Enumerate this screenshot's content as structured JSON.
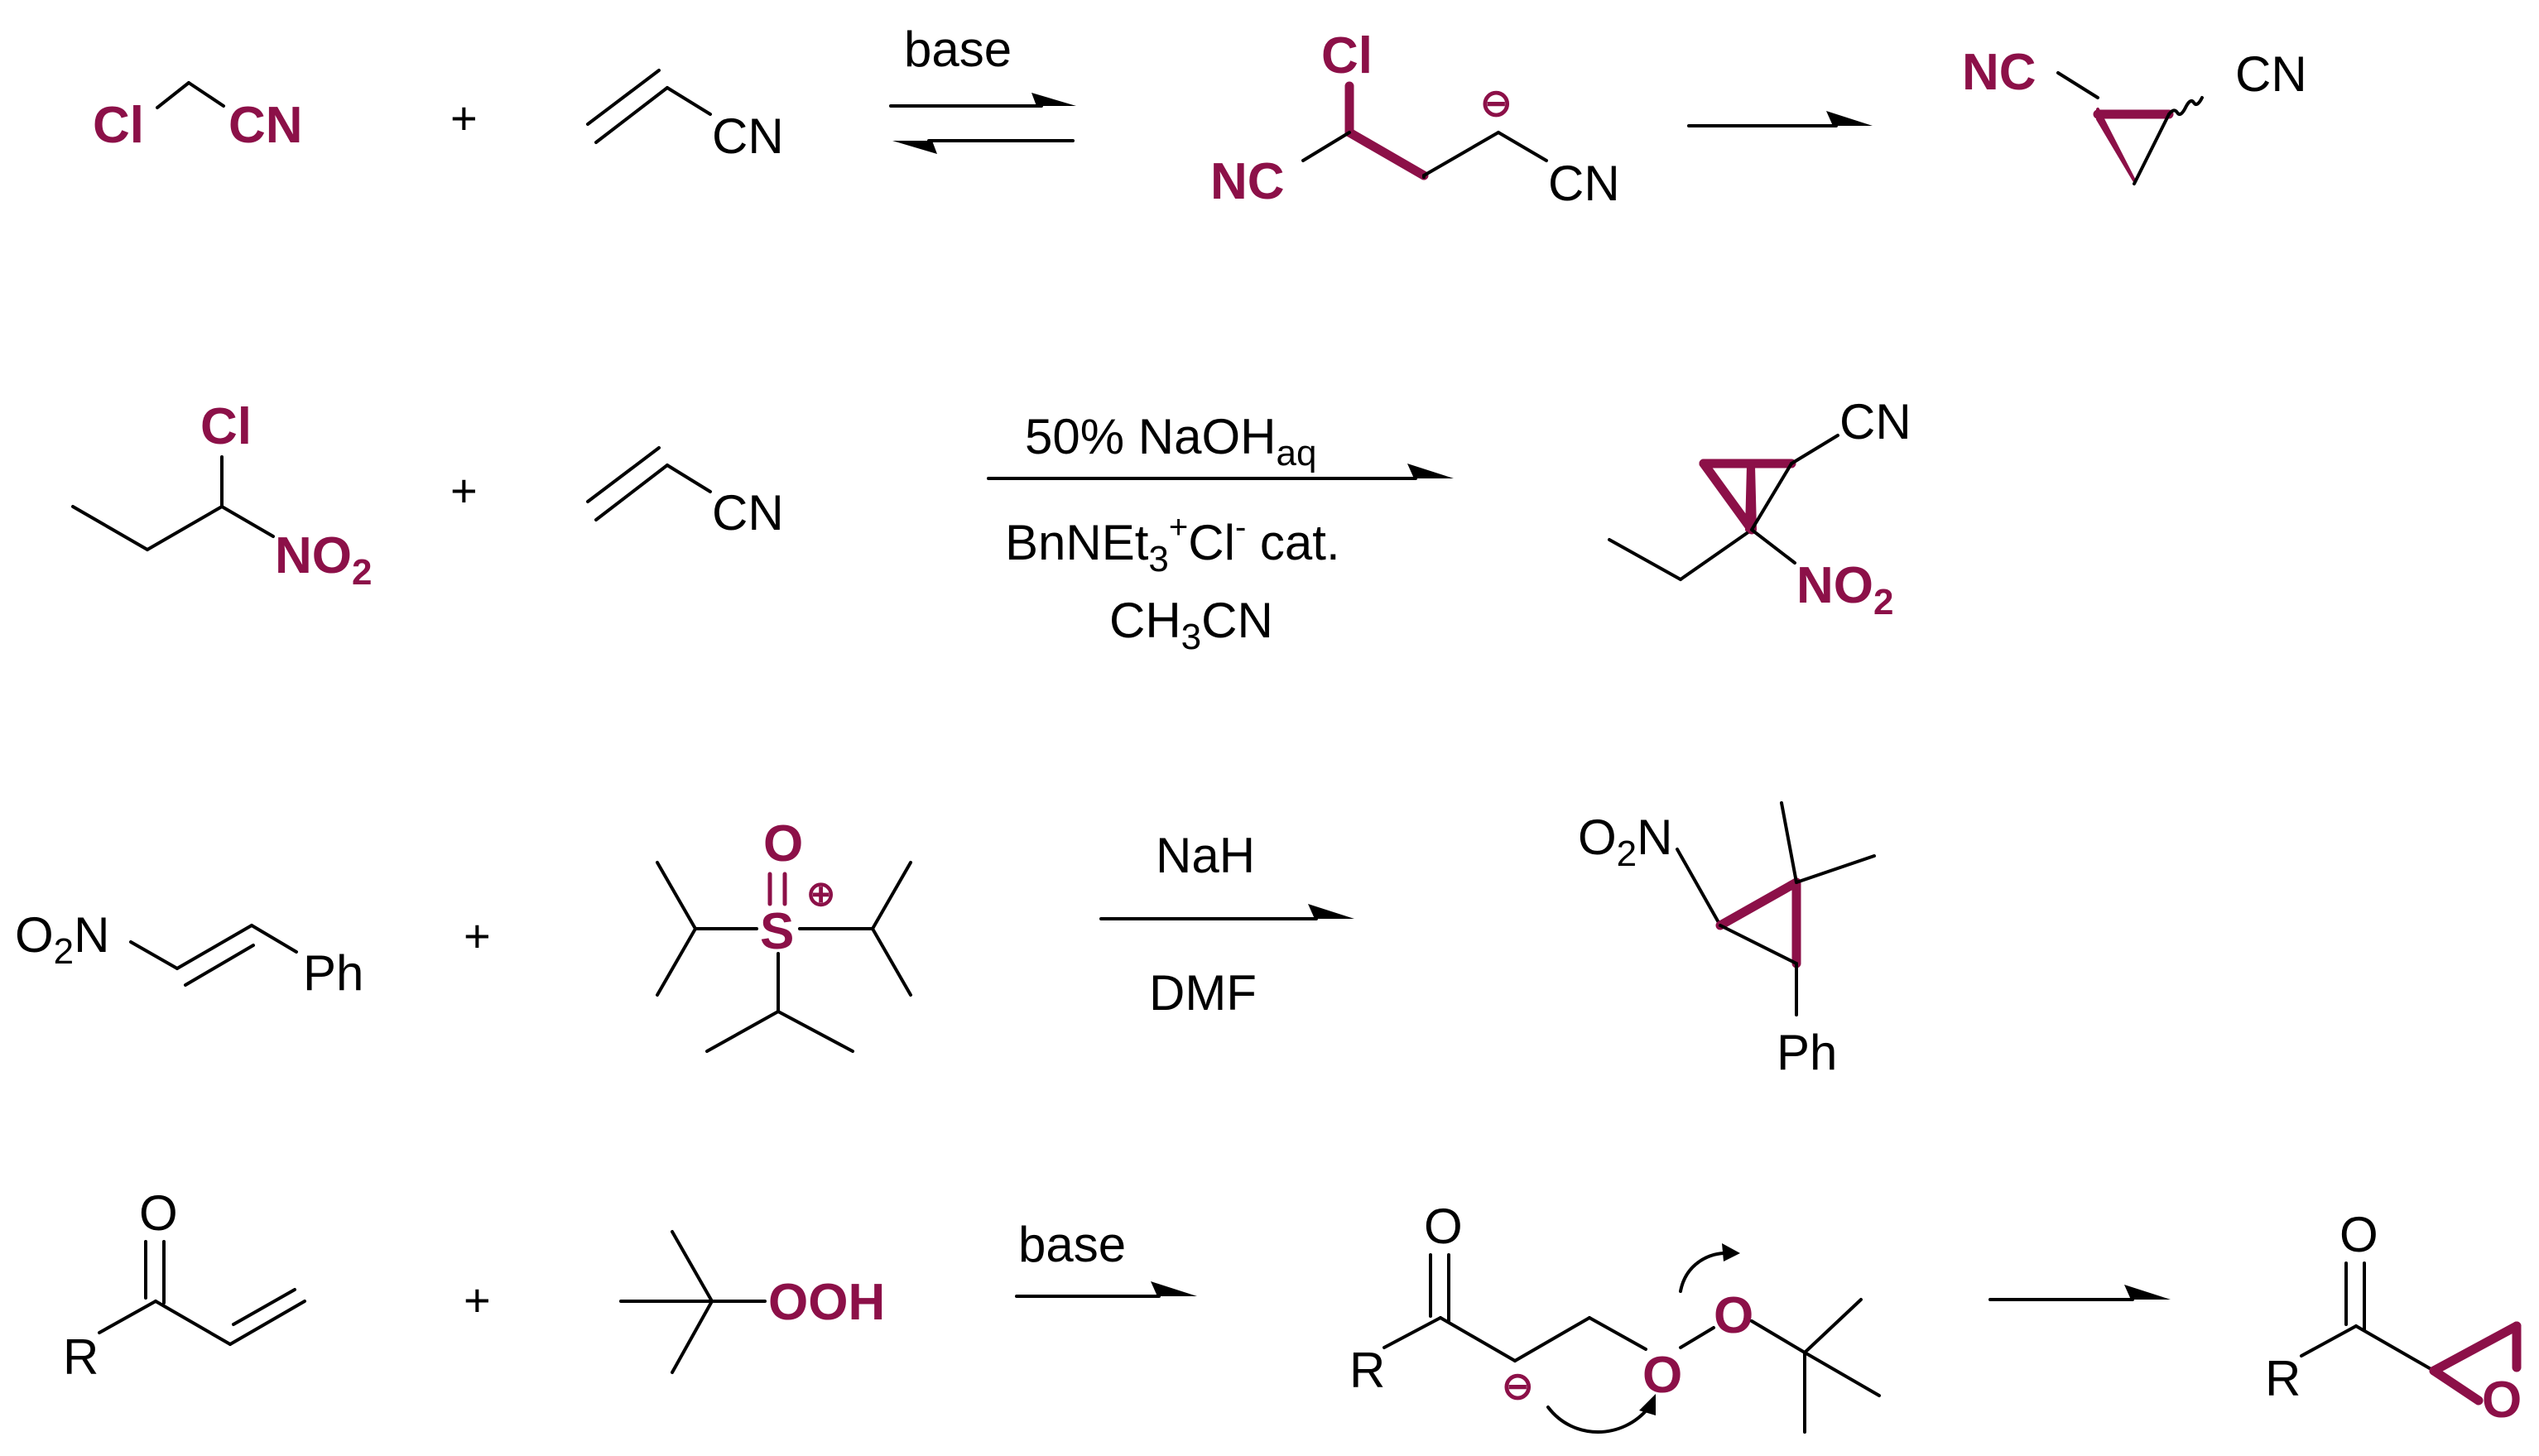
{
  "colors": {
    "highlight": "#8c1048",
    "ink": "#000000",
    "background": "#ffffff"
  },
  "reactions": [
    {
      "reagent_1": {
        "left_atom": "Cl",
        "right_group": "CN"
      },
      "plus": "+",
      "reagent_2": {
        "group": "CN"
      },
      "conditions_above": "base",
      "intermediate": {
        "top_atom": "Cl",
        "left_group": "NC",
        "right_group": "CN",
        "charge": "⊖"
      },
      "product": {
        "left_group": "NC",
        "right_group": "CN"
      }
    },
    {
      "reagent_1": {
        "top_atom": "Cl",
        "group": "NO",
        "group_subscript": "2"
      },
      "plus": "+",
      "reagent_2": {
        "group": "CN"
      },
      "conditions_above": {
        "text": "50% NaOH",
        "subscript": "aq"
      },
      "conditions_below_1": {
        "a": "BnNEt",
        "a_sub": "3",
        "a_sup": "+",
        "b": "Cl",
        "b_sup": "-",
        "c": " cat."
      },
      "conditions_below_2": {
        "a": "CH",
        "a_sub": "3",
        "b": "CN"
      },
      "product": {
        "top_group": "CN",
        "group": "NO",
        "group_subscript": "2"
      }
    },
    {
      "reagent_1": {
        "left": "O",
        "left_sub": "2",
        "left_end": "N",
        "right": "Ph"
      },
      "plus": "+",
      "reagent_2": {
        "oxygen": "O",
        "sulfur": "S",
        "charge": "⊕"
      },
      "conditions_above": "NaH",
      "conditions_below": "DMF",
      "product": {
        "left": "O",
        "left_sub": "2",
        "left_end": "N",
        "bottom": "Ph"
      }
    },
    {
      "reagent_1": {
        "oxygen": "O",
        "r_group": "R"
      },
      "plus": "+",
      "reagent_2": {
        "group": "OOH"
      },
      "conditions_above": "base",
      "intermediate": {
        "oxygen": "O",
        "r_group": "R",
        "peroxide_o1": "O",
        "peroxide_o2": "O",
        "charge": "⊖"
      },
      "product": {
        "oxygen": "O",
        "r_group": "R",
        "epoxide_o": "O"
      }
    }
  ]
}
